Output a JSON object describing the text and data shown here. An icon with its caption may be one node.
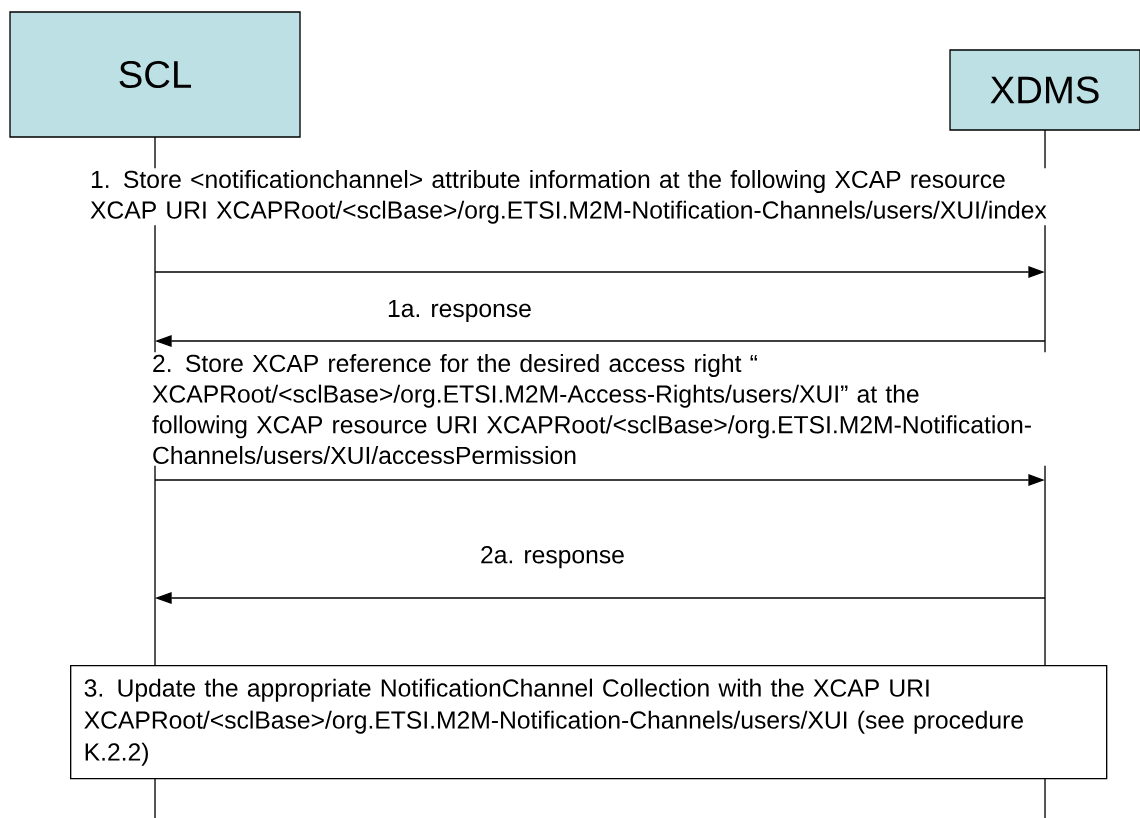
{
  "diagram": {
    "nodes": [
      {
        "text": [
          "SCL"
        ]
      },
      {
        "text": [
          "XDMS"
        ]
      },
      {
        "text": [
          "3. Update  the appropriate NotificationChannel Collection with the XCAP URI XCAPRoot/<sclBase>/org.ETSI.M2M-Notification-Channels/users/XUI (see procedure K.2.2)"
        ]
      }
    ],
    "edges": [
      {
        "from": 0,
        "to": 1,
        "arrow": "to",
        "label": "1. Store <notificationchannel> attribute information at the following XCAP resource XCAP URI  XCAPRoot/<sclBase>/org.ETSI.M2M-Notification-Channels/users/XUI/index"
      },
      {
        "from": 1,
        "to": 0,
        "arrow": "to",
        "label": "1a.     response"
      },
      {
        "from": 0,
        "to": 1,
        "arrow": "to",
        "label": "2. Store XCAP reference for the desired access right “ XCAPRoot/<sclBase>/org.ETSI.M2M-Access-Rights/users/XUI” at the following XCAP resource URI  XCAPRoot/<sclBase>/org.ETSI.M2M-Notification-Channels/users/XUI/accessPermission"
      },
      {
        "from": 1,
        "to": 0,
        "arrow": "to",
        "label": "2a.     response"
      }
    ]
  }
}
